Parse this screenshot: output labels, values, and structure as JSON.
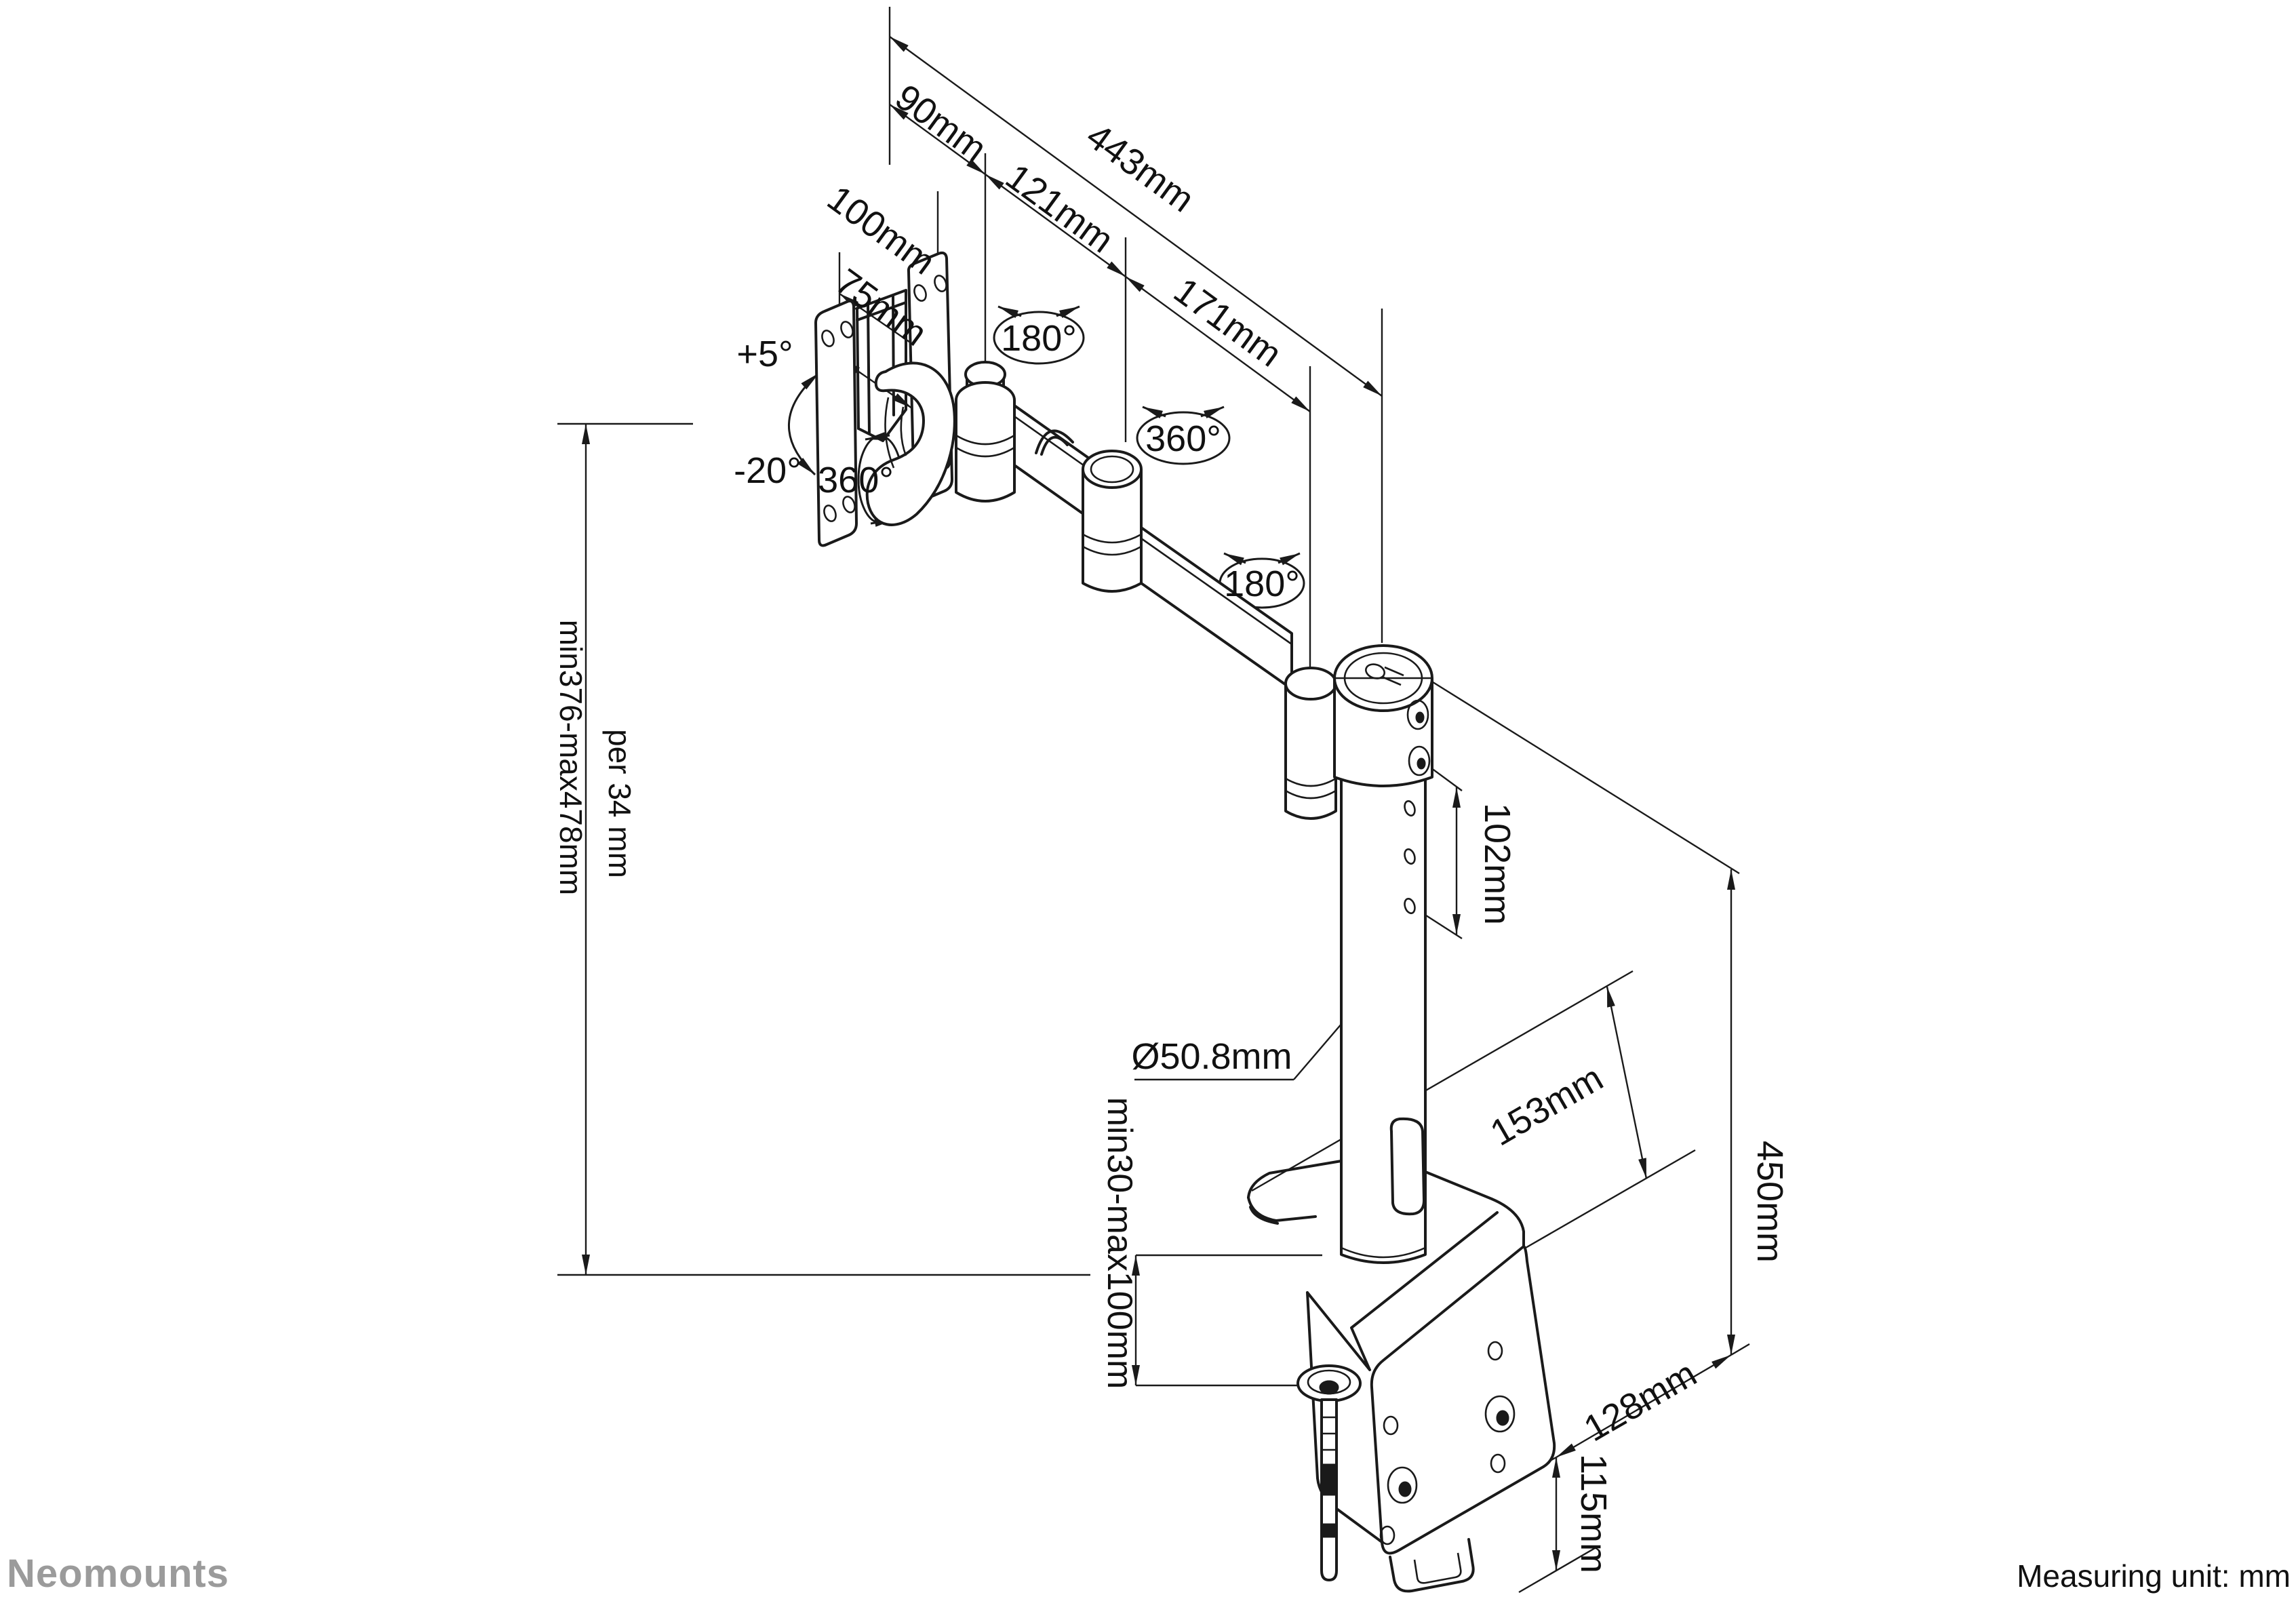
{
  "meta": {
    "type": "technical-line-drawing",
    "subject": "desk-mounted single monitor arm with clamp",
    "ink_color": "#1a1a1a",
    "logo_color": "#9b9b9b",
    "background": "#ffffff"
  },
  "labels": {
    "dim_90": "90mm",
    "dim_443": "443mm",
    "dim_121": "121mm",
    "dim_171": "171mm",
    "dim_100": "100mm",
    "dim_75": "75mm",
    "tilt_up": "+5°",
    "tilt_down": "-20°",
    "rot_vesa": "360°",
    "rot_joint1": "180°",
    "rot_mid": "360°",
    "rot_pole": "180°",
    "height_range": "min376-max478mm",
    "height_step": "per 34 mm",
    "pole_diameter": "Ø50.8mm",
    "hole_spacing": "102mm",
    "plate_depth": "153mm",
    "pole_height": "450mm",
    "clamp_range": "min30-max100mm",
    "clamp_depth": "128mm",
    "clamp_height": "115mm",
    "logo": "Neomounts",
    "measuring_unit": "Measuring unit: mm"
  }
}
